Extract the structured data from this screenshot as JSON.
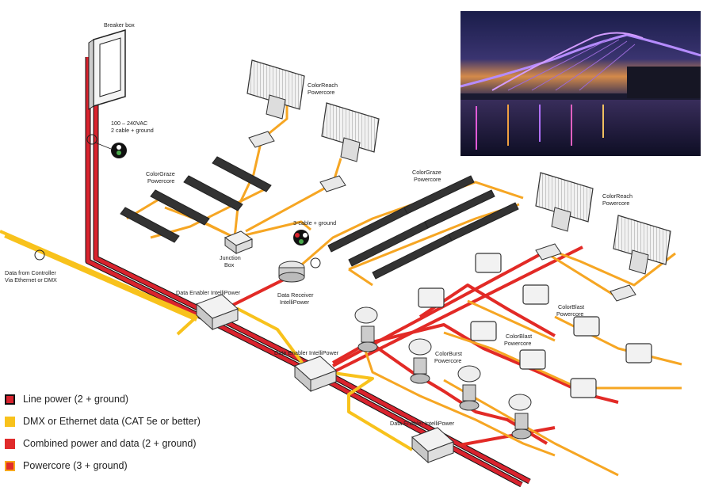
{
  "labels": {
    "breaker_box": "Breaker box",
    "voltage_line1": "100 – 240VAC",
    "voltage_line2": "2 cable + ground",
    "data_from_controller_line1": "Data from Controller",
    "data_from_controller_line2": "Via Ethernet or DMX",
    "colorreach_top_line1": "ColorReach",
    "colorreach_top_line2": "Powercore",
    "colorgraze_left_line1": "ColorGraze",
    "colorgraze_left_line2": "Powercore",
    "junction_box_line1": "Junction",
    "junction_box_line2": "Box",
    "three_cable_ground": "3-cable + ground",
    "colorgraze_center_line1": "ColorGraze",
    "colorgraze_center_line2": "Powercore",
    "colorreach_right_line1": "ColorReach",
    "colorreach_right_line2": "Powercore",
    "data_receiver_line1": "Data Receiver",
    "data_receiver_line2": "IntelliPower",
    "data_enabler_1": "Data Enabler IntelliPower",
    "data_enabler_2": "Data Enabler IntelliPower",
    "data_enabler_3": "Data Enabler IntelliPower",
    "colorblast_right_line1": "ColorBlast",
    "colorblast_right_line2": "Powercore",
    "colorblast_center_line1": "ColorBlast",
    "colorblast_center_line2": "Powercore",
    "colorburst_line1": "ColorBurst",
    "colorburst_line2": "Powercore"
  },
  "legend": [
    {
      "label": "Line power (2 + ground)",
      "fill": "#d9232e",
      "border": "#111111"
    },
    {
      "label": "DMX or Ethernet data (CAT 5e or better)",
      "fill": "#f8c21c",
      "border": "#f8c21c"
    },
    {
      "label": "Combined power and data (2 + ground)",
      "fill": "#e02b2b",
      "border": "#e02b2b"
    },
    {
      "label": "Powercore (3 + ground)",
      "fill": "#e02b2b",
      "border": "#f8a81c"
    }
  ],
  "colors": {
    "line_power": "#d9232e",
    "data": "#f8c21c",
    "combined": "#e22a26",
    "powercore": "#f6a623"
  },
  "photo": {
    "subject": "bridge-at-night-photo"
  }
}
